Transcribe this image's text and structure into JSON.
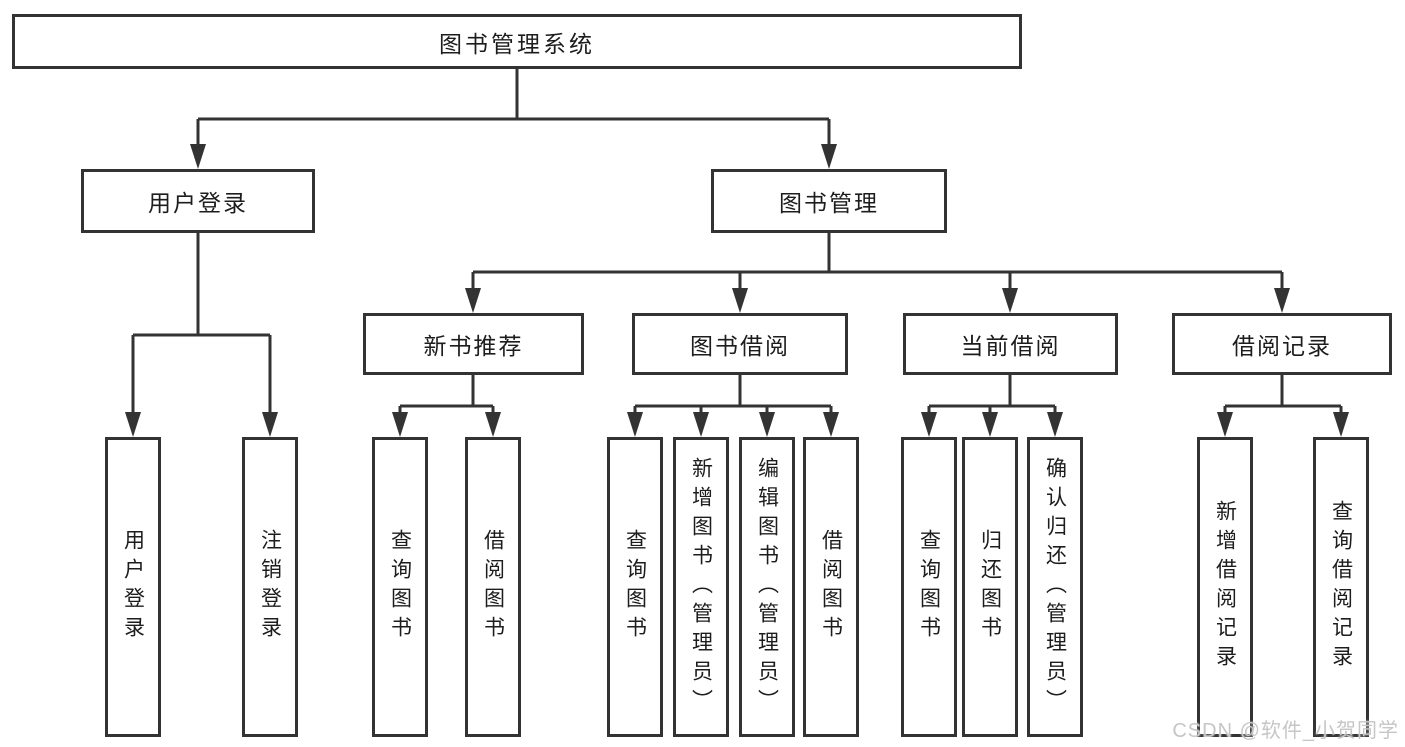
{
  "diagram": {
    "root": {
      "label": "图书管理系统"
    },
    "level2": [
      {
        "label": "用户登录"
      },
      {
        "label": "图书管理"
      }
    ],
    "level3": [
      {
        "label": "新书推荐"
      },
      {
        "label": "图书借阅"
      },
      {
        "label": "当前借阅"
      },
      {
        "label": "借阅记录"
      }
    ],
    "leaves": {
      "user_login": [
        "用户登录",
        "注销登录"
      ],
      "new_books": [
        "查询图书",
        "借阅图书"
      ],
      "book_borrow": [
        "查询图书",
        "新增图书（管理员）",
        "编辑图书（管理员）",
        "借阅图书"
      ],
      "current_borrow": [
        "查询图书",
        "归还图书",
        "确认归还（管理员）"
      ],
      "borrow_records": [
        "新增借阅记录",
        "查询借阅记录"
      ]
    }
  },
  "watermark": "CSDN @软件_小贺同学",
  "colors": {
    "line": "#333333",
    "box_border": "#333333",
    "text": "#1d1d1d",
    "watermark": "#c6c6c6",
    "background": "#ffffff"
  }
}
